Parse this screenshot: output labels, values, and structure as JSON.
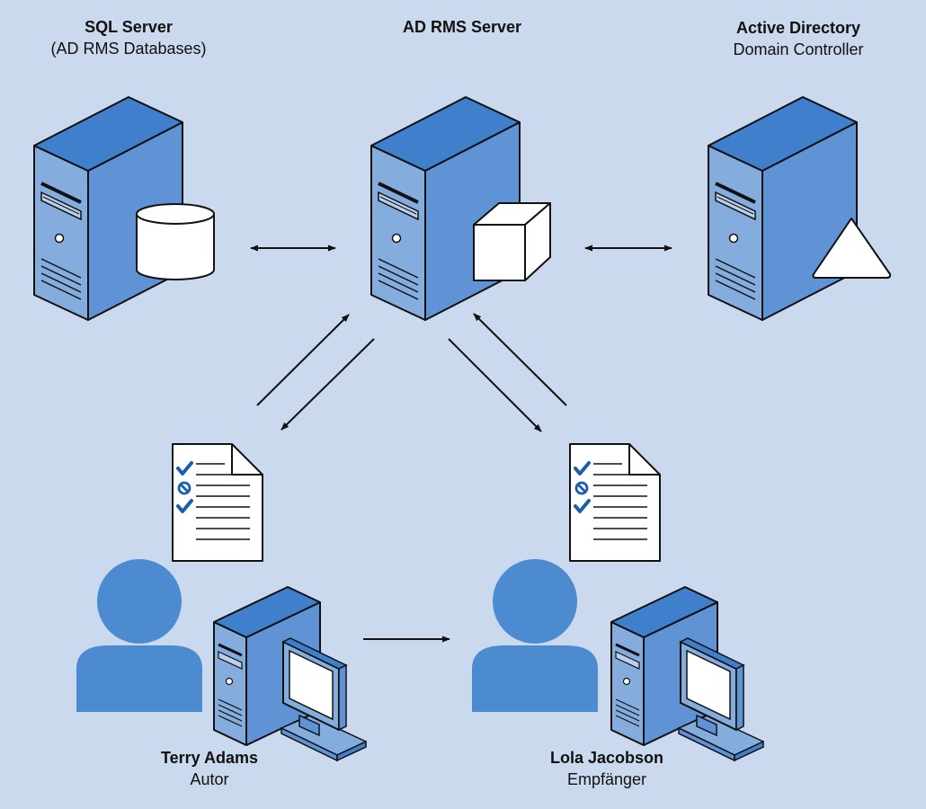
{
  "nodes": {
    "sql": {
      "title": "SQL Server",
      "subtitle": "(AD RMS Databases)",
      "icon": "database-server-icon"
    },
    "rms": {
      "title": "AD RMS Server",
      "subtitle": "",
      "icon": "rms-server-icon"
    },
    "ad": {
      "title": "Active Directory",
      "subtitle": "Domain Controller",
      "icon": "domain-controller-icon"
    },
    "author": {
      "title": "Terry Adams",
      "subtitle": "Autor",
      "icon": "user-workstation-icon"
    },
    "recipient": {
      "title": "Lola Jacobson",
      "subtitle": "Empfänger",
      "icon": "user-workstation-icon"
    }
  },
  "colors": {
    "background": "#cad9ed",
    "server_top": "#3f7fcc",
    "server_front": "#84acdc",
    "server_side": "#5f93d6",
    "person": "#4d8bd0",
    "check": "#1a5fae",
    "outline": "#111111"
  }
}
